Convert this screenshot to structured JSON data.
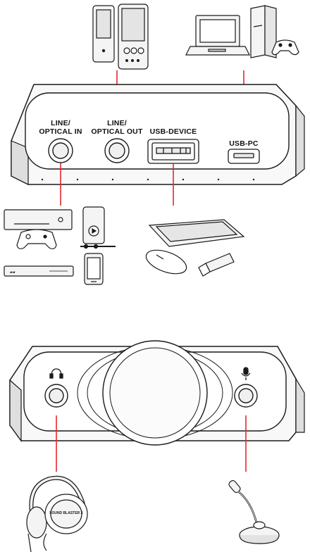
{
  "ports": {
    "line_in": "LINE/ OPTICAL IN",
    "line_in_l1": "LINE/",
    "line_in_l2": "OPTICAL IN",
    "line_out_l1": "LINE/",
    "line_out_l2": "OPTICAL OUT",
    "usb_device": "USB-DEVICE",
    "usb_pc": "USB-PC"
  },
  "devices": {
    "brand_text": "SOUND BLASTER X"
  },
  "colors": {
    "connector_line": "#e8262e",
    "outline": "#1a1a1a",
    "device_fill": "#f4f4f4",
    "shadow": "#d9d9d9"
  }
}
